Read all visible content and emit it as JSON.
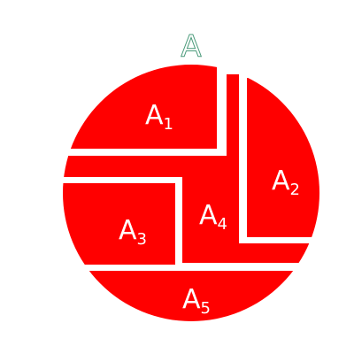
{
  "title": {
    "letter": "A",
    "outline_color": "#4a9a7a"
  },
  "colors": {
    "region_fill": "#ff0000",
    "gap": "#ffffff",
    "label_text": "#ffffff"
  },
  "regions": [
    {
      "letter": "A",
      "subscript": "1"
    },
    {
      "letter": "A",
      "subscript": "2"
    },
    {
      "letter": "A",
      "subscript": "3"
    },
    {
      "letter": "A",
      "subscript": "4"
    },
    {
      "letter": "A",
      "subscript": "5"
    }
  ]
}
